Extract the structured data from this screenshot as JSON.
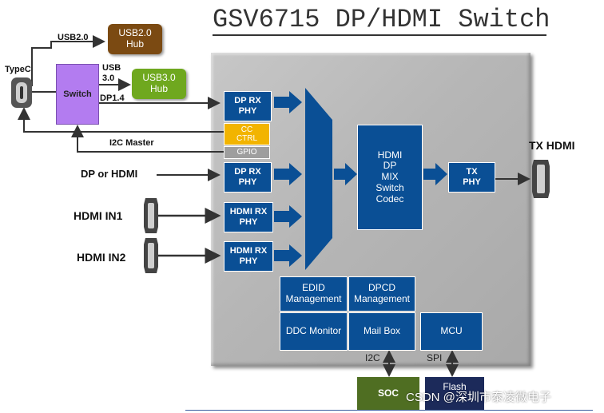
{
  "title": "GSV6715 DP/HDMI Switch",
  "left": {
    "typec_label": "TypeC",
    "switch_label": "Switch",
    "usb2_label": "USB2.0",
    "usb3_label_line1": "USB",
    "usb3_label_line2": "3.0",
    "dp14_label": "DP1.4",
    "i2c_master_label": "I2C Master",
    "usb2_hub": "USB2.0\nHub",
    "usb3_hub": "USB3.0\nHub",
    "dp_or_hdmi_label": "DP or HDMI",
    "hdmi_in1_label": "HDMI IN1",
    "hdmi_in2_label": "HDMI IN2"
  },
  "chip": {
    "dp_rx_phy_1": "DP RX\nPHY",
    "cc_ctrl": "CC\nCTRL",
    "gpio": "GPIO",
    "dp_rx_phy_2": "DP RX\nPHY",
    "hdmi_rx_phy_1": "HDMI RX\nPHY",
    "hdmi_rx_phy_2": "HDMI RX\nPHY",
    "codec": "HDMI\nDP\nMIX\nSwitch\nCodec",
    "tx_phy": "TX\nPHY",
    "edid_management": "EDID\nManagement",
    "dpcd_management": "DPCD\nManagement",
    "ddc_monitor": "DDC Monitor",
    "mail_box": "Mail Box",
    "mcu": "MCU"
  },
  "right": {
    "tx_hdmi_label": "TX HDMI"
  },
  "bottom": {
    "i2c_label": "I2C",
    "spi_label": "SPI",
    "soc": "SOC",
    "flash": "Flash",
    "watermark": "CSDN @深圳市泰凌微电子"
  },
  "colors": {
    "blue": "#0a4f95",
    "usb2_hub": "#7b4a12",
    "usb3_hub": "#6fa81f",
    "switch": "#b37cf0",
    "cc_ctrl": "#f2b400",
    "soc": "#4f6e22",
    "flash": "#1c2a5a"
  }
}
